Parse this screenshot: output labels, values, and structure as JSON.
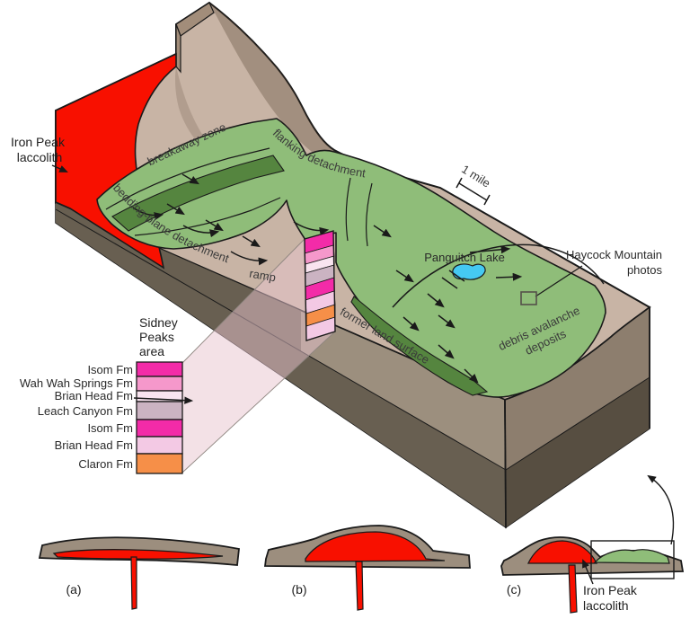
{
  "labels": {
    "iron_peak_top_1": "Iron Peak",
    "iron_peak_top_2": "laccolith",
    "breakaway": "breakaway zone",
    "flanking": "flanking  detachment",
    "bedding": "bedding-plane detachment",
    "ramp": "ramp",
    "panguitch": "Panguitch Lake",
    "haycock_1": "Haycock Mountain",
    "haycock_2": "photos",
    "former": "former land surface",
    "debris_1": "debris avalanche",
    "debris_2": "deposits",
    "sidney_1": "Sidney",
    "sidney_2": "Peaks",
    "sidney_3": "area",
    "iron_peak_bot_1": "Iron Peak",
    "iron_peak_bot_2": "laccolith"
  },
  "scale": {
    "text": "1 mile"
  },
  "panels": {
    "a": "(a)",
    "b": "(b)",
    "c": "(c)"
  },
  "legend": {
    "units": [
      {
        "name": "Isom Fm",
        "color": "#F32BA8"
      },
      {
        "name": "Wah Wah Springs Fm",
        "color": "#F598CB"
      },
      {
        "name": "Brian Head Fm",
        "color": "#F9E4F0"
      },
      {
        "name": "Leach Canyon Fm",
        "color": "#CBB3C2"
      },
      {
        "name": "Isom Fm",
        "color": "#F32BA8"
      },
      {
        "name": "Brian Head Fm",
        "color": "#F3C9E4"
      },
      {
        "name": "Claron Fm",
        "color": "#F68F48"
      }
    ]
  },
  "colors": {
    "tan": "#C8B4A5",
    "tan_cliff": "#A28D7A",
    "green": "#8FBD79",
    "green_dark": "#55853F",
    "face_left_light": "#9C8F7E",
    "face_left_dark": "#685F51",
    "face_right_light": "#8D7E6E",
    "face_right_dark": "#574E41",
    "red": "#F81000",
    "lake": "#45C9F2",
    "slab": "#9C8E7E",
    "fan": "rgba(231,195,206,0.5)"
  }
}
